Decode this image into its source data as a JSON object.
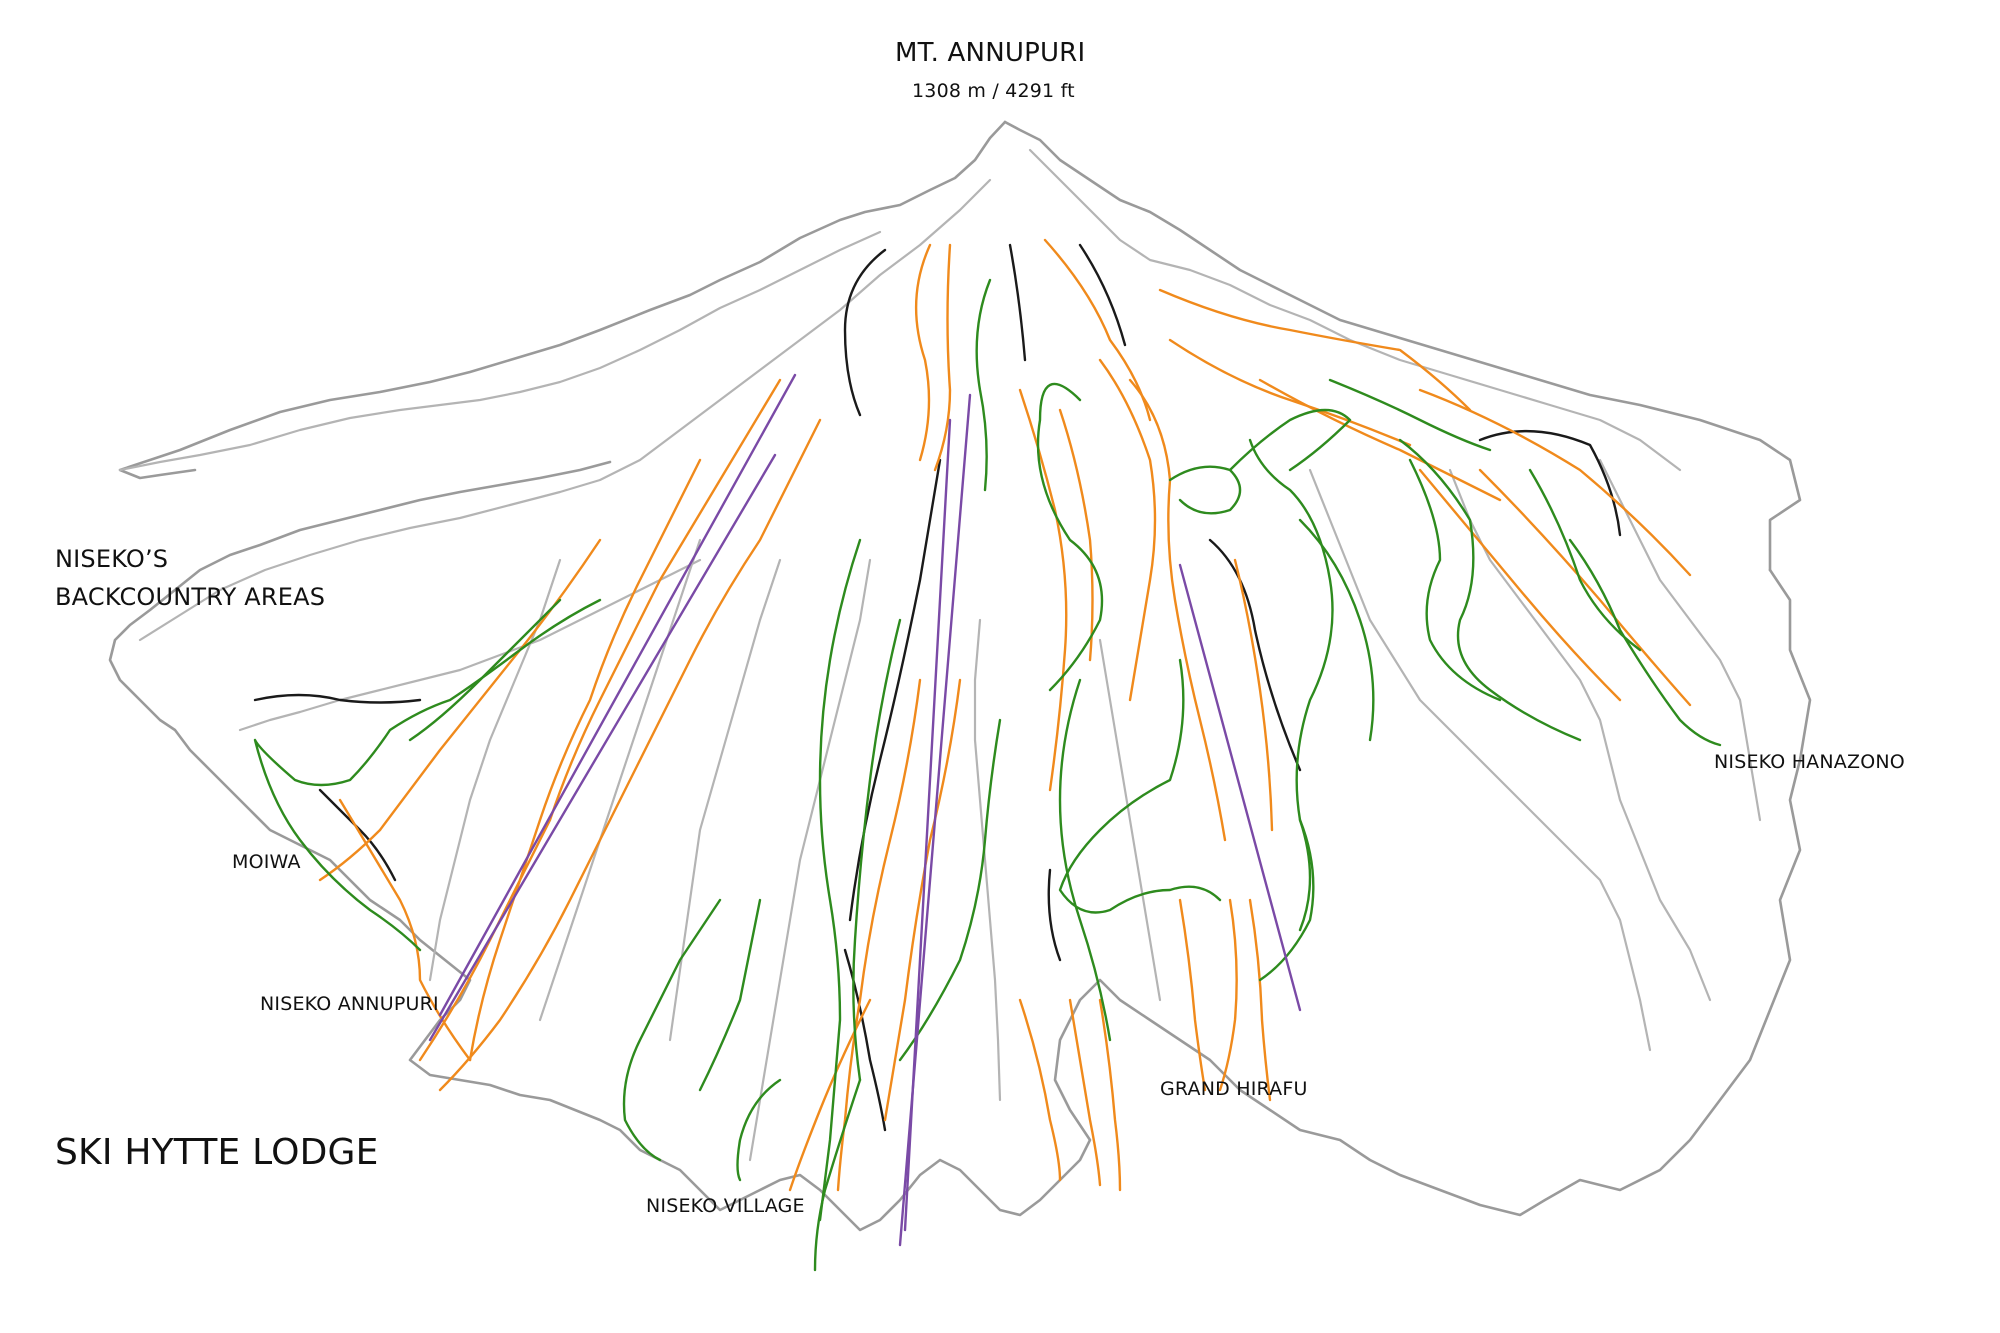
{
  "summit": {
    "name": "MT. ANNUPURI",
    "elevation": "1308 m / 4291 ft"
  },
  "backcountry": {
    "line1": "NISEKO’S",
    "line2": "BACKCOUNTRY AREAS"
  },
  "areas": {
    "moiwa": "MOIWA",
    "annupuri": "NISEKO ANNUPURI",
    "village": "NISEKO VILLAGE",
    "hirafu": "GRAND HIRAFU",
    "hanazono": "NISEKO HANAZONO"
  },
  "lodge": "SKI HYTTE LODGE",
  "colors": {
    "outline": "#9a9a9a",
    "run_green": "#2e8b1e",
    "run_orange": "#f08a1c",
    "run_black": "#1a1a1a",
    "lift_purple": "#7a4aa6",
    "text": "#111111"
  }
}
